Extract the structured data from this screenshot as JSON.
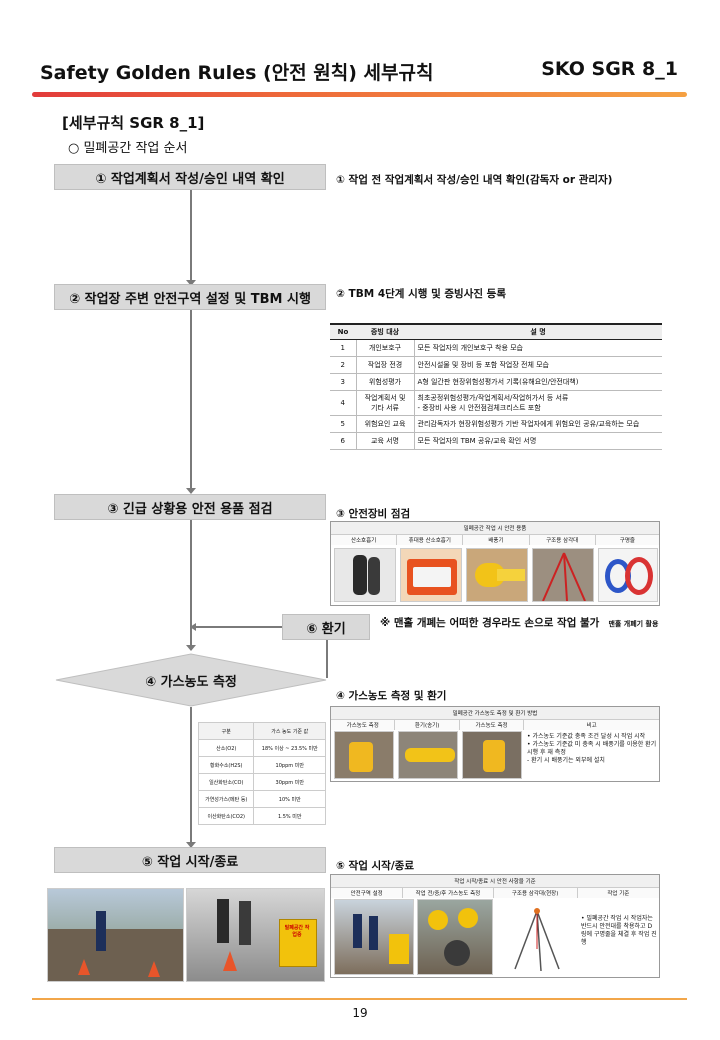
{
  "header": {
    "title": "Safety Golden Rules (안전 원칙) 세부규칙",
    "code": "SKO SGR 8_1"
  },
  "section": {
    "heading": "[세부규칙 SGR 8_1]",
    "subheading": "○ 밀폐공간 작업 순서"
  },
  "steps": {
    "s1": "① 작업계획서 작성/승인 내역 확인",
    "s2": "② 작업장 주변 안전구역 설정 및 TBM 시행",
    "s3": "③ 긴급 상황용 안전 용품 점검",
    "s6": "⑥ 환기",
    "s4": "④ 가스농도 측정",
    "s5": "⑤ 작업 시작/종료"
  },
  "notes": {
    "n1": "① 작업 전 작업계획서 작성/승인 내역 확인(감독자 or 관리자)",
    "n2": "② TBM 4단계 시행 및 증빙사진 등록",
    "n3": "③ 안전장비 점검",
    "n_warn": "※ 맨홀 개폐는 어떠한 경우라도 손으로 작업 불가",
    "n_warn_small": "맨홀 개폐기 활용",
    "n4": "④ 가스농도 측정 및 환기",
    "n5": "⑤ 작업 시작/종료"
  },
  "tbm_table": {
    "headers": [
      "No",
      "증빙 대상",
      "설 명"
    ],
    "rows": [
      [
        "1",
        "개인보호구",
        "모든 작업자의 개인보호구 착용 모습"
      ],
      [
        "2",
        "작업장 전경",
        "안전시설물 및 장비 등 포함 작업장 전체 모습"
      ],
      [
        "3",
        "위험성평가",
        "A형 일간판 현장위험성평가서 기록(유해요인/안전대책)"
      ],
      [
        "4",
        "작업계획서 및\n기타 서류",
        "최초공정위험성평가/작업계획서/작업허가서 등 서류\n- 중장비 사용 시 안전점검체크리스트 포함"
      ],
      [
        "5",
        "위험요인 교육",
        "관리감독자가 현장위험성평가 기반 작업자에게 위험요인 공유/교육하는 모습"
      ],
      [
        "6",
        "교육 서명",
        "모든 작업자의 TBM 공유/교육 확인 서명"
      ]
    ]
  },
  "equipment": {
    "caption": "밀폐공간 작업 시 안전 용품",
    "labels": [
      "산소호흡기",
      "휴대용 산소호흡기",
      "배풍기",
      "구조용 삼각대",
      "구명줄"
    ]
  },
  "gas_table": {
    "headers": [
      "구분",
      "가스 농도 기준 값"
    ],
    "rows": [
      [
        "산소(O2)",
        "18% 이상 ~ 23.5% 미만"
      ],
      [
        "황화수소(H2S)",
        "10ppm 미만"
      ],
      [
        "일산화탄소(CO)",
        "30ppm 미만"
      ],
      [
        "가연성가스(메탄 등)",
        "10% 미만"
      ],
      [
        "이산화탄소(CO2)",
        "1.5% 미만"
      ]
    ]
  },
  "gas_box": {
    "caption": "밀폐공간 가스농도 측정 및 환기 방법",
    "labels": [
      "가스농도 측정",
      "환기(송기)",
      "가스농도 측정",
      "비고"
    ],
    "remarks": [
      "• 가스농도 기준값 충족 조건 달성 시 작업 시작",
      "• 가스농도 기준값 미 충족 시 배풍기를 이용한 환기 시행 후 재 측정",
      "- 환기 시 배풍기는 외부에 설치"
    ]
  },
  "work_box": {
    "caption": "작업 시작/종료 시 안전 사항을 기준",
    "labels": [
      "안전구역 설정",
      "작업 전/중/후 가스농도 측정",
      "구조용 삼각대(현장)",
      "작업 기준"
    ],
    "remarks": "• 밀폐공간 작업 시 작업자는 반드시 안전대를 착용하고 D링에 구명줄을 체결 후 작업 진행"
  },
  "sign_text": "밀폐공간 작업중",
  "page_number": "19",
  "colors": {
    "accent_start": "#e23b3b",
    "accent_end": "#f5a142",
    "step_bg": "#d9d9d9"
  }
}
